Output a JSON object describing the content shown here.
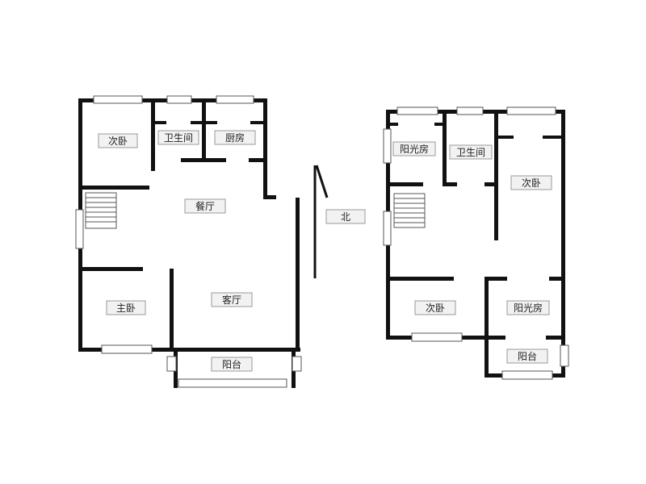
{
  "left_plan": {
    "rooms": {
      "bedroom_2": "次卧",
      "bathroom": "卫生间",
      "kitchen": "厨房",
      "dining_room": "餐厅",
      "master_bedroom": "主卧",
      "living_room": "客厅",
      "balcony": "阳台"
    }
  },
  "right_plan": {
    "rooms": {
      "sunroom_top": "阳光房",
      "bathroom": "卫生间",
      "bedroom_right": "次卧",
      "bedroom_bottom": "次卧",
      "sunroom_bottom": "阳光房",
      "balcony": "阳台"
    }
  },
  "compass": {
    "label": "北"
  },
  "colors": {
    "wall": "#111111",
    "label_bg": "#f2f2f2",
    "label_border": "#9a9a9a",
    "window_stroke": "#555555"
  }
}
